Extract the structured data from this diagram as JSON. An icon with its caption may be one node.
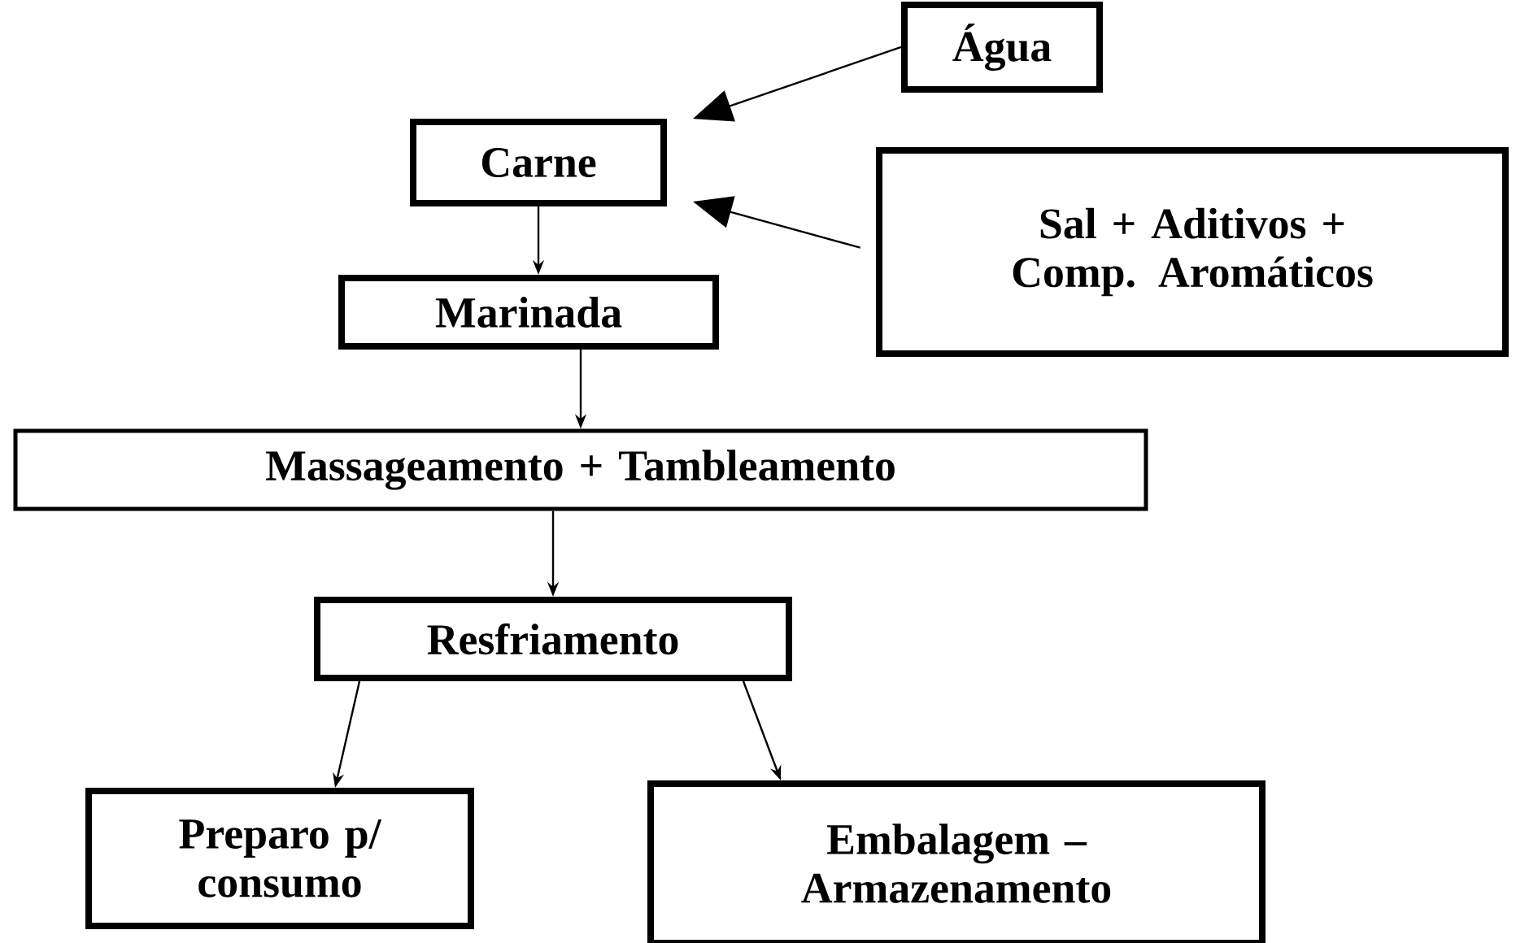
{
  "diagram": {
    "nodes": [
      {
        "text": [
          "Água"
        ]
      },
      {
        "text": [
          "Carne"
        ]
      },
      {
        "text": [
          "Sal + Aditivos + Comp. Aromáticos"
        ]
      },
      {
        "text": [
          "Marinada"
        ]
      },
      {
        "text": [
          "Massageamento + Tambleamento"
        ]
      },
      {
        "text": [
          "Resfriamento"
        ]
      },
      {
        "text": [
          "Preparo p/ consumo"
        ]
      },
      {
        "text": [
          "Embalagem – Armazenamento"
        ]
      }
    ],
    "edges": [
      {
        "from": 0,
        "to": 1,
        "arrow": "to"
      },
      {
        "from": 2,
        "to": 1,
        "arrow": "to"
      },
      {
        "from": 1,
        "to": 3,
        "arrow": "to"
      },
      {
        "from": 3,
        "to": 4,
        "arrow": "to"
      },
      {
        "from": 4,
        "to": 5,
        "arrow": "to"
      },
      {
        "from": 5,
        "to": 6,
        "arrow": "to"
      },
      {
        "from": 5,
        "to": 7,
        "arrow": "to"
      }
    ]
  }
}
